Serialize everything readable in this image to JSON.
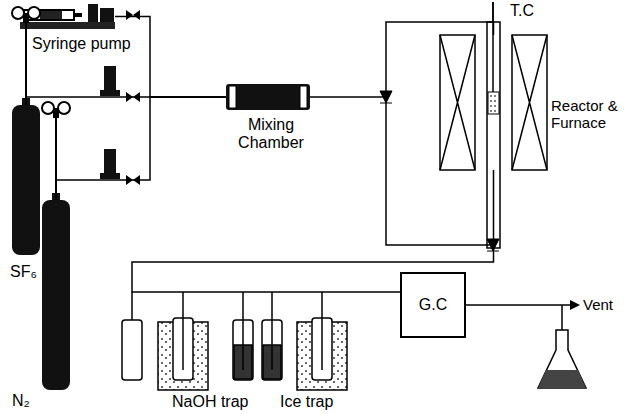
{
  "diagram": {
    "nodes": [
      {
        "text": [
          "Syringe pump"
        ]
      },
      {
        "text": [
          "SF₆"
        ]
      },
      {
        "text": [
          "N₂"
        ]
      },
      {
        "text": [
          "Mixing Chamber"
        ]
      },
      {
        "text": [
          "Reactor & Furnace"
        ]
      },
      {
        "text": [
          "G.C"
        ]
      }
    ],
    "edges": [
      {
        "from": 0,
        "to": 3,
        "arrow": "none"
      },
      {
        "from": 1,
        "to": 3,
        "arrow": "none"
      },
      {
        "from": 2,
        "to": 3,
        "arrow": "none"
      },
      {
        "from": 3,
        "to": 4,
        "arrow": "none"
      },
      {
        "from": 4,
        "to": 5,
        "arrow": "none"
      }
    ],
    "labels": [
      "T.C",
      "NaOH trap",
      "Ice trap",
      "Vent"
    ]
  }
}
